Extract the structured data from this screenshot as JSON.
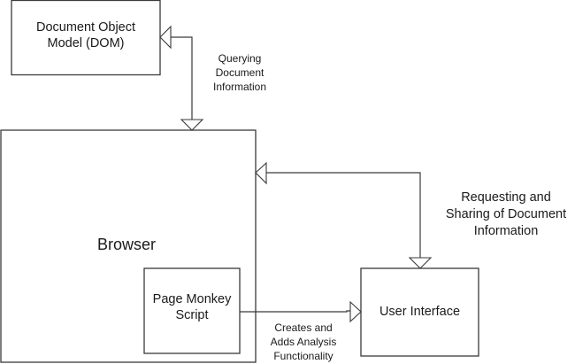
{
  "diagram": {
    "nodes": {
      "dom": {
        "label_line1": "Document Object",
        "label_line2": "Model (DOM)"
      },
      "browser": {
        "label": "Browser"
      },
      "page_monkey": {
        "label_line1": "Page Monkey",
        "label_line2": "Script"
      },
      "user_interface": {
        "label": "User Interface"
      }
    },
    "edges": {
      "querying": {
        "from": "browser",
        "to": "dom",
        "bidirectional": true,
        "label_line1": "Querying",
        "label_line2": "Document",
        "label_line3": "Information"
      },
      "sharing": {
        "from": "user_interface",
        "to": "browser",
        "bidirectional": true,
        "label_line1": "Requesting and",
        "label_line2": "Sharing of Document",
        "label_line3": "Information"
      },
      "creates": {
        "from": "page_monkey",
        "to": "user_interface",
        "bidirectional": false,
        "label_line1": "Creates and",
        "label_line2": "Adds Analysis",
        "label_line3": "Functionality"
      }
    }
  }
}
